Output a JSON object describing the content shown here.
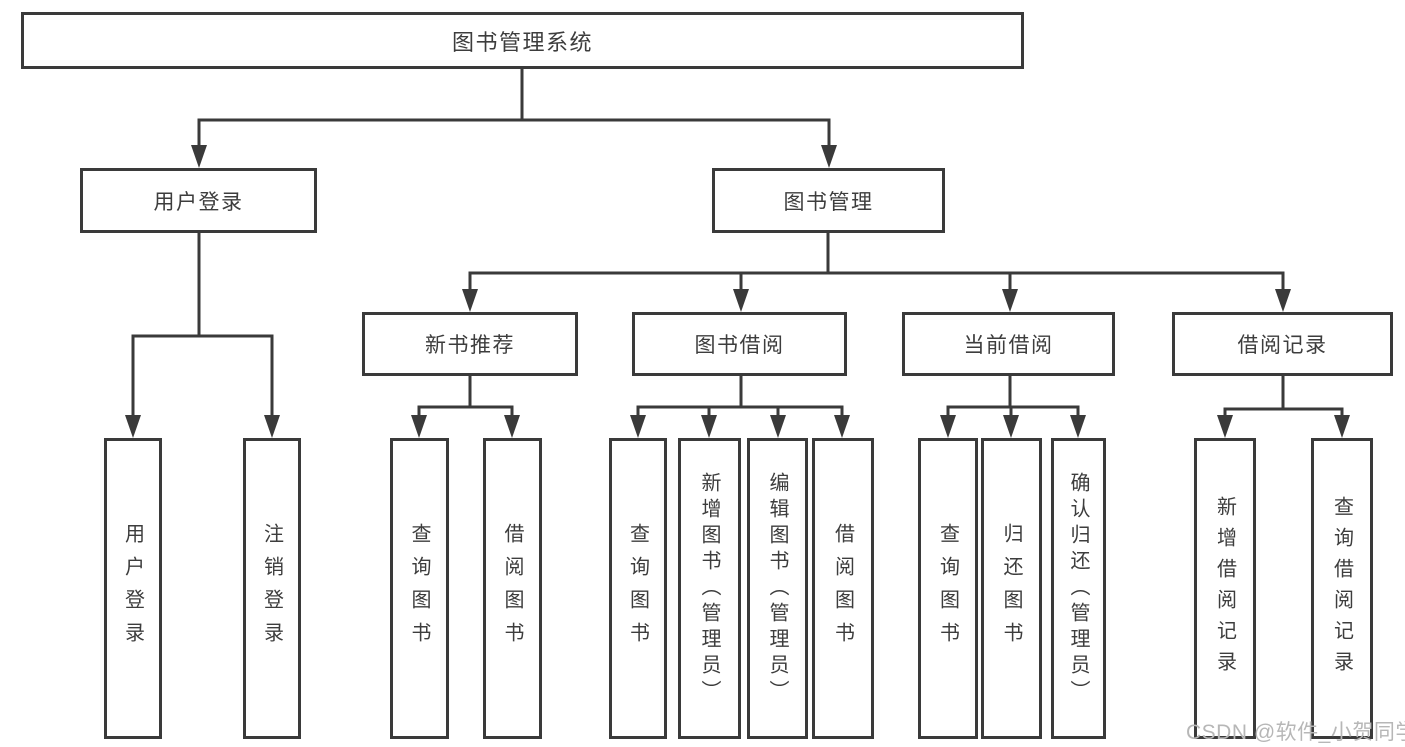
{
  "diagram_type": "hierarchy-tree",
  "colors": {
    "line": "#3a3a3a",
    "text": "#3d3d3d",
    "background": "#ffffff",
    "watermark": "#b7b7b7"
  },
  "tree": {
    "label": "图书管理系统",
    "children": [
      {
        "label": "用户登录",
        "children": [
          {
            "label": "用户登录"
          },
          {
            "label": "注销登录"
          }
        ]
      },
      {
        "label": "图书管理",
        "children": [
          {
            "label": "新书推荐",
            "children": [
              {
                "label": "查询图书"
              },
              {
                "label": "借阅图书"
              }
            ]
          },
          {
            "label": "图书借阅",
            "children": [
              {
                "label": "查询图书"
              },
              {
                "label": "新增图书（管理员）"
              },
              {
                "label": "编辑图书（管理员）"
              },
              {
                "label": "借阅图书"
              }
            ]
          },
          {
            "label": "当前借阅",
            "children": [
              {
                "label": "查询图书"
              },
              {
                "label": "归还图书"
              },
              {
                "label": "确认归还（管理员）"
              }
            ]
          },
          {
            "label": "借阅记录",
            "children": [
              {
                "label": "新增借阅记录"
              },
              {
                "label": "查询借阅记录"
              }
            ]
          }
        ]
      }
    ]
  },
  "watermark": {
    "text": "CSDN @软件_小贺同学"
  }
}
